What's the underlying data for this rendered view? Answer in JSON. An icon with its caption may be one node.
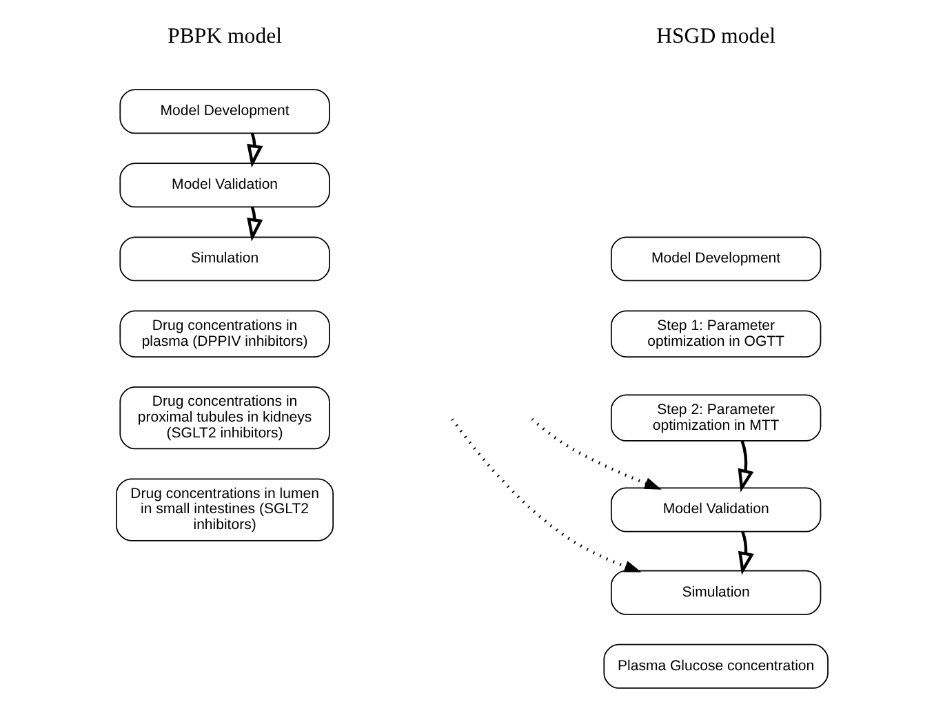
{
  "diagram": {
    "nodes": [
      {
        "text": [
          "Model Development"
        ]
      },
      {
        "text": [
          "Model Validation"
        ]
      },
      {
        "text": [
          "Simulation"
        ]
      },
      {
        "text": [
          "Drug concentrations in plasma (DPPIV inhibitors)"
        ]
      },
      {
        "text": [
          "Drug concentrations in proximal tubules in kidneys (SGLT2 inhibitors)"
        ]
      },
      {
        "text": [
          "Drug concentrations in lumen in small intestines (SGLT2 inhibitors)"
        ]
      },
      {
        "text": [
          "Model Development"
        ]
      },
      {
        "text": [
          "Step 1: Parameter optimization in OGTT"
        ]
      },
      {
        "text": [
          "Step 2: Parameter optimization in MTT"
        ]
      },
      {
        "text": [
          "Model Validation"
        ]
      },
      {
        "text": [
          "Simulation"
        ]
      },
      {
        "text": [
          "Plasma Glucose concentration"
        ]
      }
    ],
    "edges": [
      {
        "from": 0,
        "to": 1,
        "arrow": "to"
      },
      {
        "from": 1,
        "to": 2,
        "arrow": "to"
      },
      {
        "from": 8,
        "to": 9,
        "arrow": "to"
      },
      {
        "from": 9,
        "to": 10,
        "arrow": "to"
      },
      {
        "from": null,
        "to": 9,
        "arrow": "to",
        "style": "dashed"
      },
      {
        "from": null,
        "to": 10,
        "arrow": "to",
        "style": "dashed"
      }
    ],
    "labels": [
      "PBPK model",
      "HSGD model"
    ]
  }
}
